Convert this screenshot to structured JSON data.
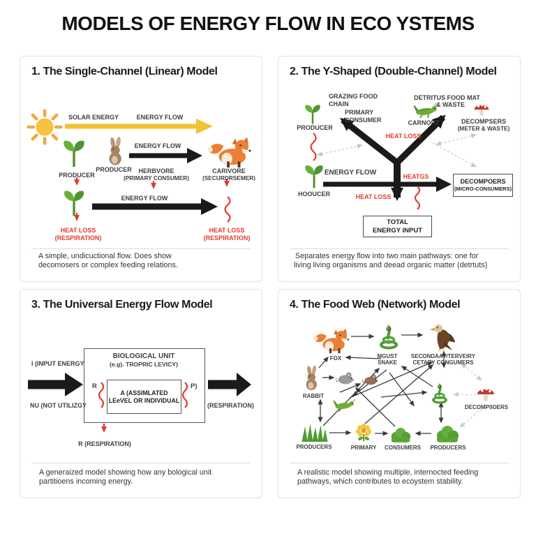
{
  "title": "MODELS OF ENERGY FLOW IN ECO YSTEMS",
  "colors": {
    "heat_red": "#e23b2e",
    "solar_yellow": "#f1c232",
    "arrow_black": "#1a1a1a",
    "panel_border": "#e2e2e2",
    "dashed_gray": "#bcc8d4"
  },
  "panel1": {
    "heading": "1. The Single-Channel (Linear) Model",
    "solar_energy": "SOLAR ENERGY",
    "energy_flow_top": "ENERGY FLOW",
    "energy_flow_mid": "ENERGY FLOW",
    "energy_flow_bottom": "ENERGY FLOW",
    "producer_plant": "PRODUCER",
    "producer_rabbit": "PRODUCER",
    "herbivore_line1": "HERBVORE",
    "herbivore_line2": "(PRIMARY CONSUMER)",
    "carnivore_line1": "CARIVORE",
    "carnivore_line2": "(SECURDRSEMER)",
    "heat_left_line1": "HEAT LOSS",
    "heat_left_line2": "(RESPIRATION)",
    "heat_right_line1": "HEAT LOSS",
    "heat_right_line2": "(RESPIRATION)",
    "caption_line1": "A simple, undicuctional flow. Does show",
    "caption_line2": "decomosers or complex feeding relations.",
    "icons": [
      "sun-icon",
      "seedling-icon",
      "rabbit-icon",
      "fox-icon",
      "seedling-icon"
    ]
  },
  "panel2": {
    "heading": "2. The Y-Shaped (Double-Channel) Model",
    "grazing_line1": "GRAZING FOOD",
    "grazing_line2": "CHAIN",
    "primary_line1": "PRIMARY",
    "primary_line2": "CONSUMER",
    "detritus_line1": "DETRITUS FOOD MAT",
    "detritus_line2": "& WASTE",
    "producer_top": "PRODUCER",
    "producer_bottom": "HOOUCER",
    "carnort": "CARNORT",
    "decompsers_line1": "DECOMPSERS",
    "decompsers_line2": "(METER & WASTE)",
    "heat_loss_upper": "HEAT LOSS",
    "energy_flow": "ENERGY FLOW",
    "heatgs": "HEATGS",
    "heat_loss_lower": "HEAT LOSS",
    "total_box_line1": "TOTAL",
    "total_box_line2": "ENERGY INPUT",
    "decomposers_box_line1": "DECOMPOERS",
    "decomposers_box_line2": "(MICRO-CONSUMERS)",
    "caption_line1": "Separates energy flow into two main pathways: one for",
    "caption_line2": "living living organisms and deead organic matter (detrtuts)",
    "icons": [
      "seedling-icon",
      "grasshopper-icon",
      "mushroom-icon",
      "seedling-icon"
    ]
  },
  "panel3": {
    "heading": "3. The Universal Energy Flow Model",
    "input_energy": "I (INPUT ENERGY",
    "not_utilized": "NU (NOT UTILIZGY",
    "bio_unit_line1": "BIOLOGICAL UNIT",
    "bio_unit_line2": "(e.g). TROPRIC LEVICY)",
    "r_label": "R",
    "p_label": "P)",
    "assimilated_line1": "A (ASSIMLATED",
    "assimilated_line2": "LEeVEL OR INDIVIDUAL",
    "respiration_right": "(RESPIRATION)",
    "respiration_bottom": "R (RESPIRATION)",
    "caption_line1": "A generaized model showing how any bological unit",
    "caption_line2": "partitioens incoming energy."
  },
  "panel4": {
    "heading": "4. The Food Web (Network) Model",
    "fox": "FOX",
    "snake_line1": "MGUST",
    "snake_line2": "SNAKE",
    "top_consumers_line1": "SECONDAAY/TERVEIRY",
    "top_consumers_line2": "CETARY CONGUMERS",
    "rabbit": "RABBIT",
    "decomposers": "DECOMP0OERS",
    "producers_left": "PRODUCERS",
    "primary": "PRIMARY",
    "consumers": "CONSUMERS",
    "producers_right": "PRODUCERS",
    "caption_line1": "A realistic model showing multiple, internocted feeding",
    "caption_line2": "pathways, which contributes to ecoystem stability.",
    "icons": [
      "fox-icon",
      "snake-icon",
      "eagle-icon",
      "rabbit-icon",
      "mouse-icon",
      "mouse-icon",
      "grasshopper-icon",
      "snake-icon",
      "mushroom-icon",
      "grass-icon",
      "flower-icon",
      "bush-icon",
      "bush-icon"
    ]
  }
}
